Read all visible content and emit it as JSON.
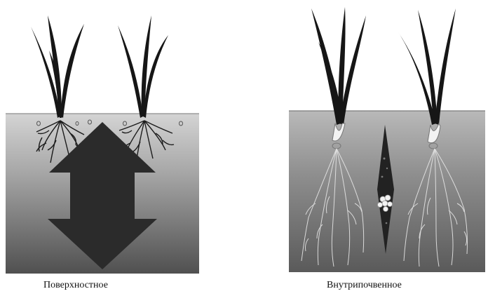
{
  "panels": [
    {
      "id": "surface",
      "caption": "Поверхностное"
    },
    {
      "id": "subsurface",
      "caption": "Внутрипочвенное"
    }
  ],
  "colors": {
    "soil_top": "#c9c9c9",
    "soil_bottom": "#4a4a4a",
    "arrow": "#2a2a2a",
    "leaf": "#1a1a1a",
    "roots": "#e8e8e8"
  }
}
